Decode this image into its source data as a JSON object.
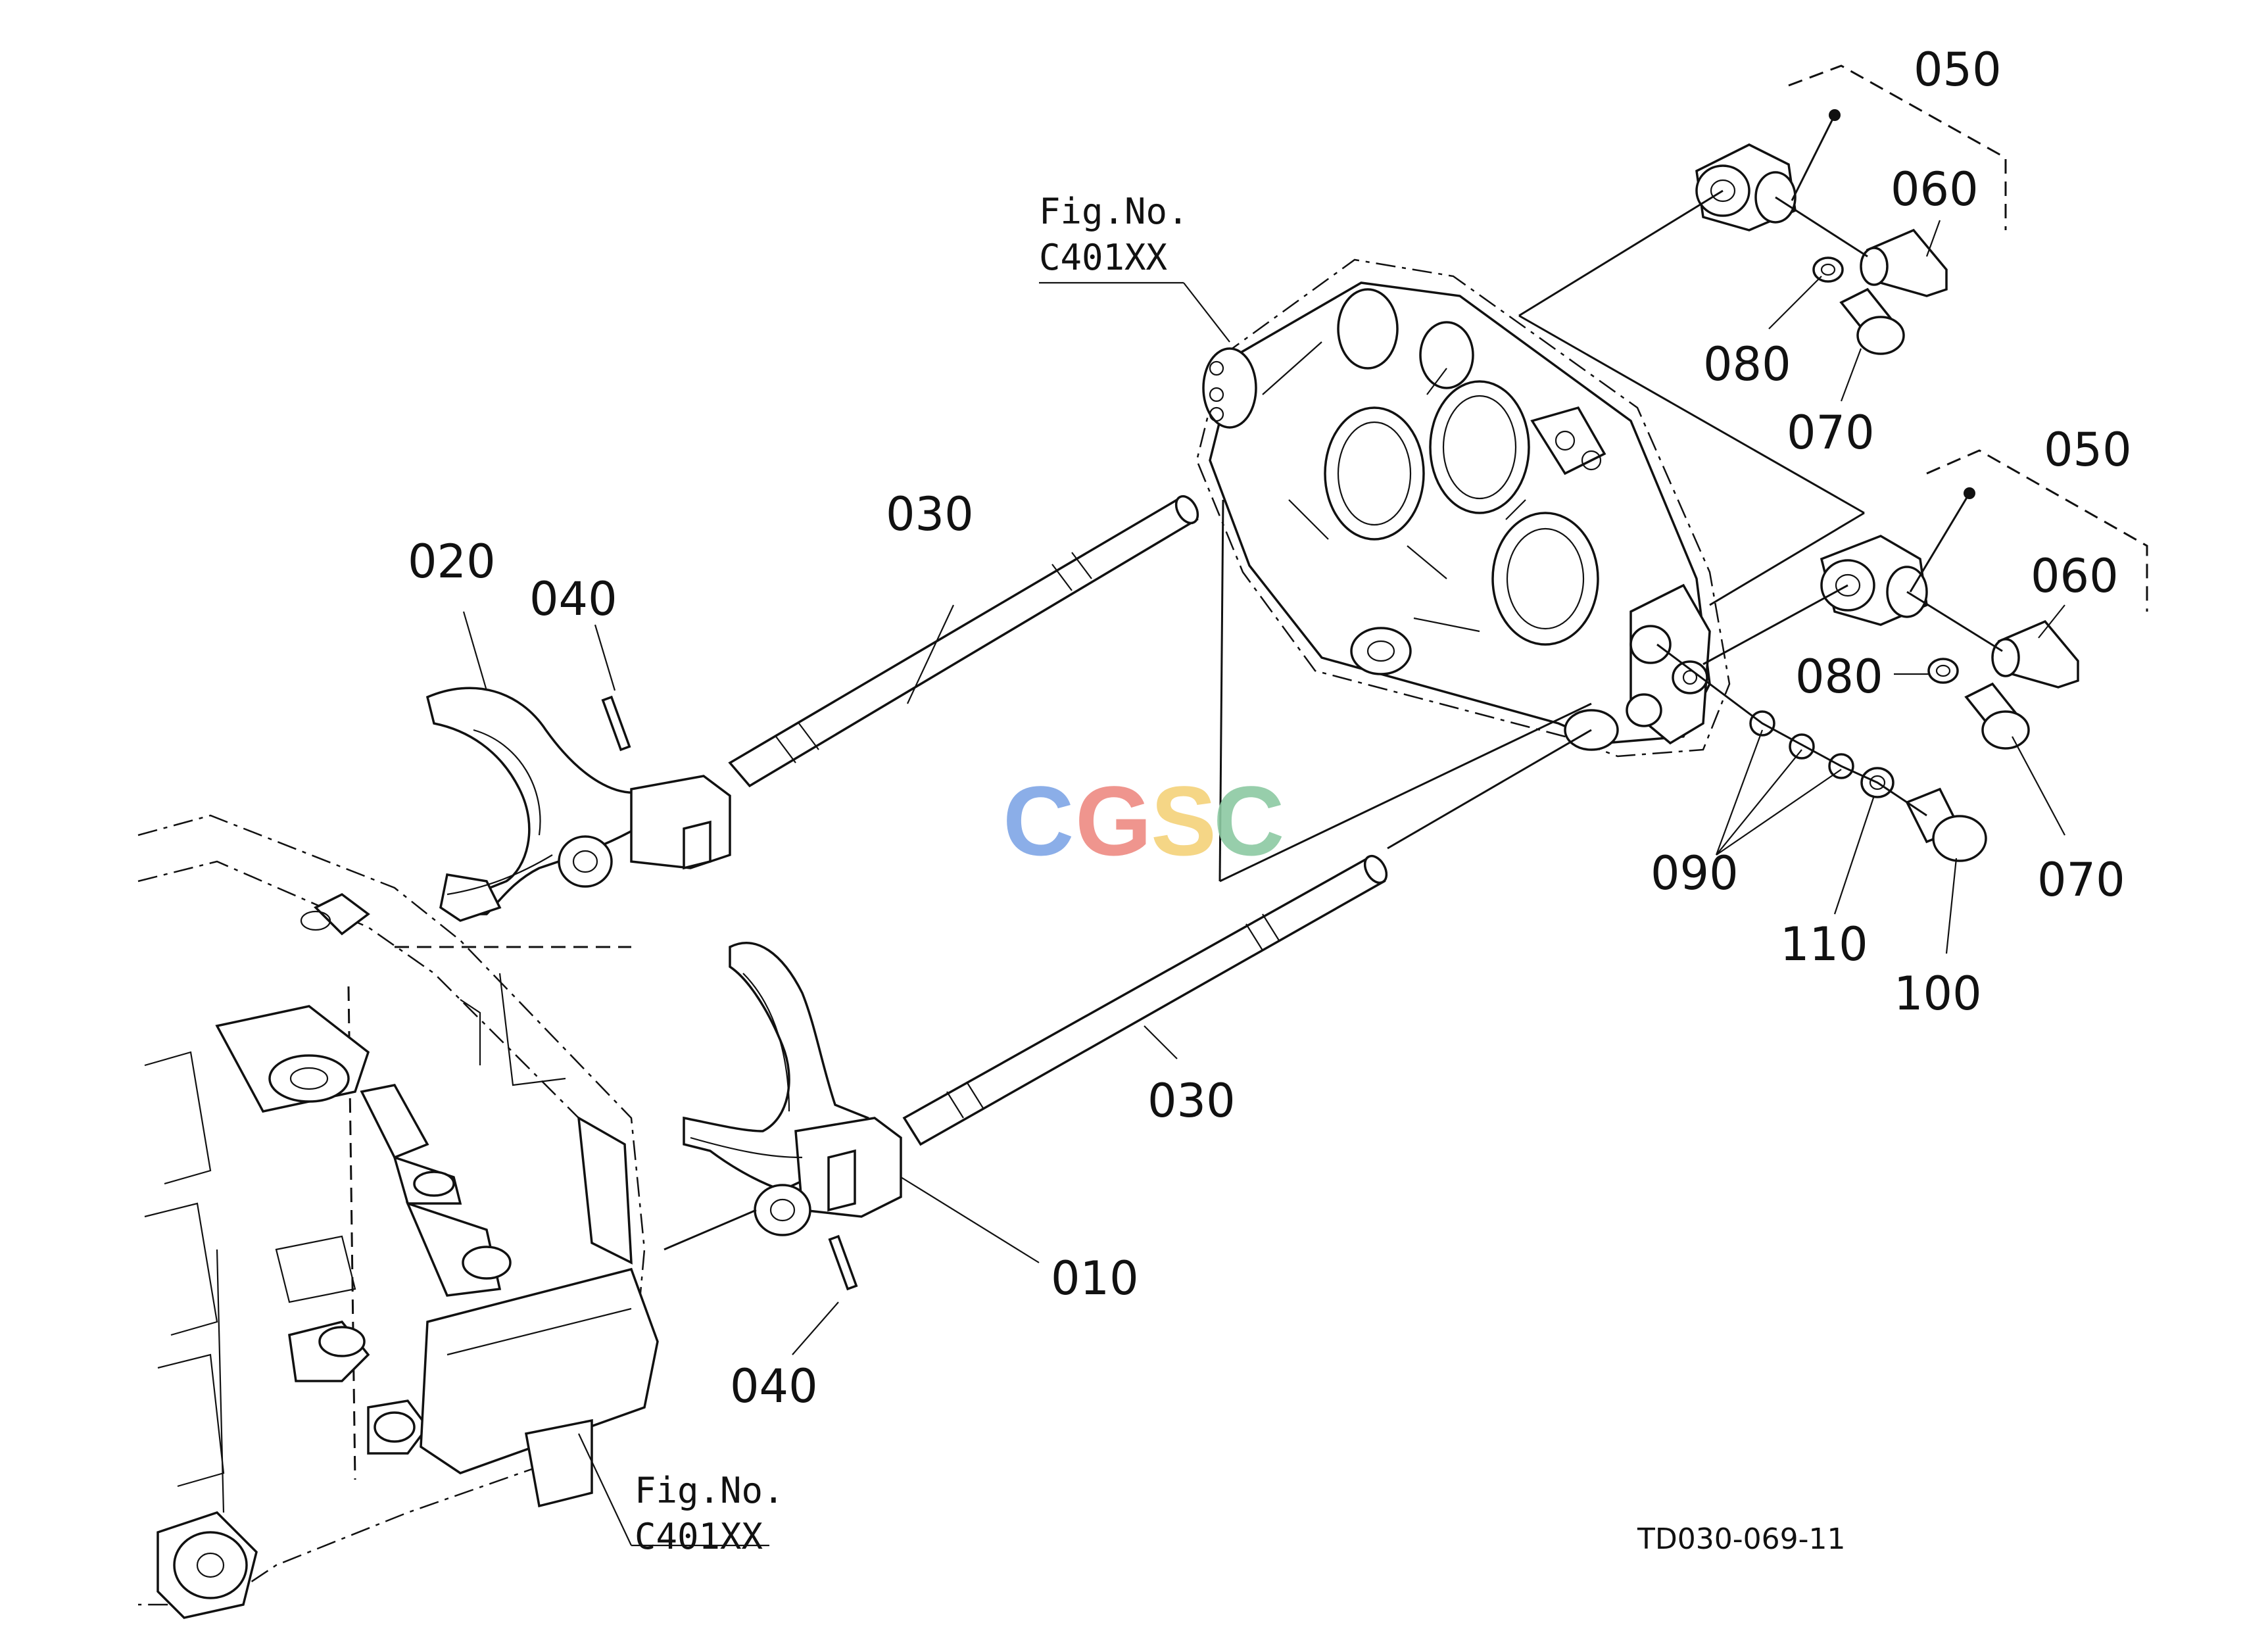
{
  "diagram": {
    "labels": {
      "p050_top": "050",
      "p060_top": "060",
      "p080_top": "080",
      "p070_top": "070",
      "p050_mid": "050",
      "p060_mid": "060",
      "p080_mid": "080",
      "p070_mid": "070",
      "p090": "090",
      "p110": "110",
      "p100": "100",
      "p030_top": "030",
      "p030_bottom": "030",
      "p020": "020",
      "p040_top": "040",
      "p040_bottom": "040",
      "p010": "010"
    },
    "fig_refs": {
      "top_line1": "Fig.No.",
      "top_line2": "C401XX",
      "bottom_line1": "Fig.No.",
      "bottom_line2": "C401XX"
    },
    "drawing_code": "TD030-069-11",
    "watermark": {
      "letters": [
        "C",
        "G",
        "S",
        "C"
      ],
      "colors": [
        "#7fa6e6",
        "#ee8a82",
        "#f4d27a",
        "#8cc9a2"
      ]
    }
  }
}
